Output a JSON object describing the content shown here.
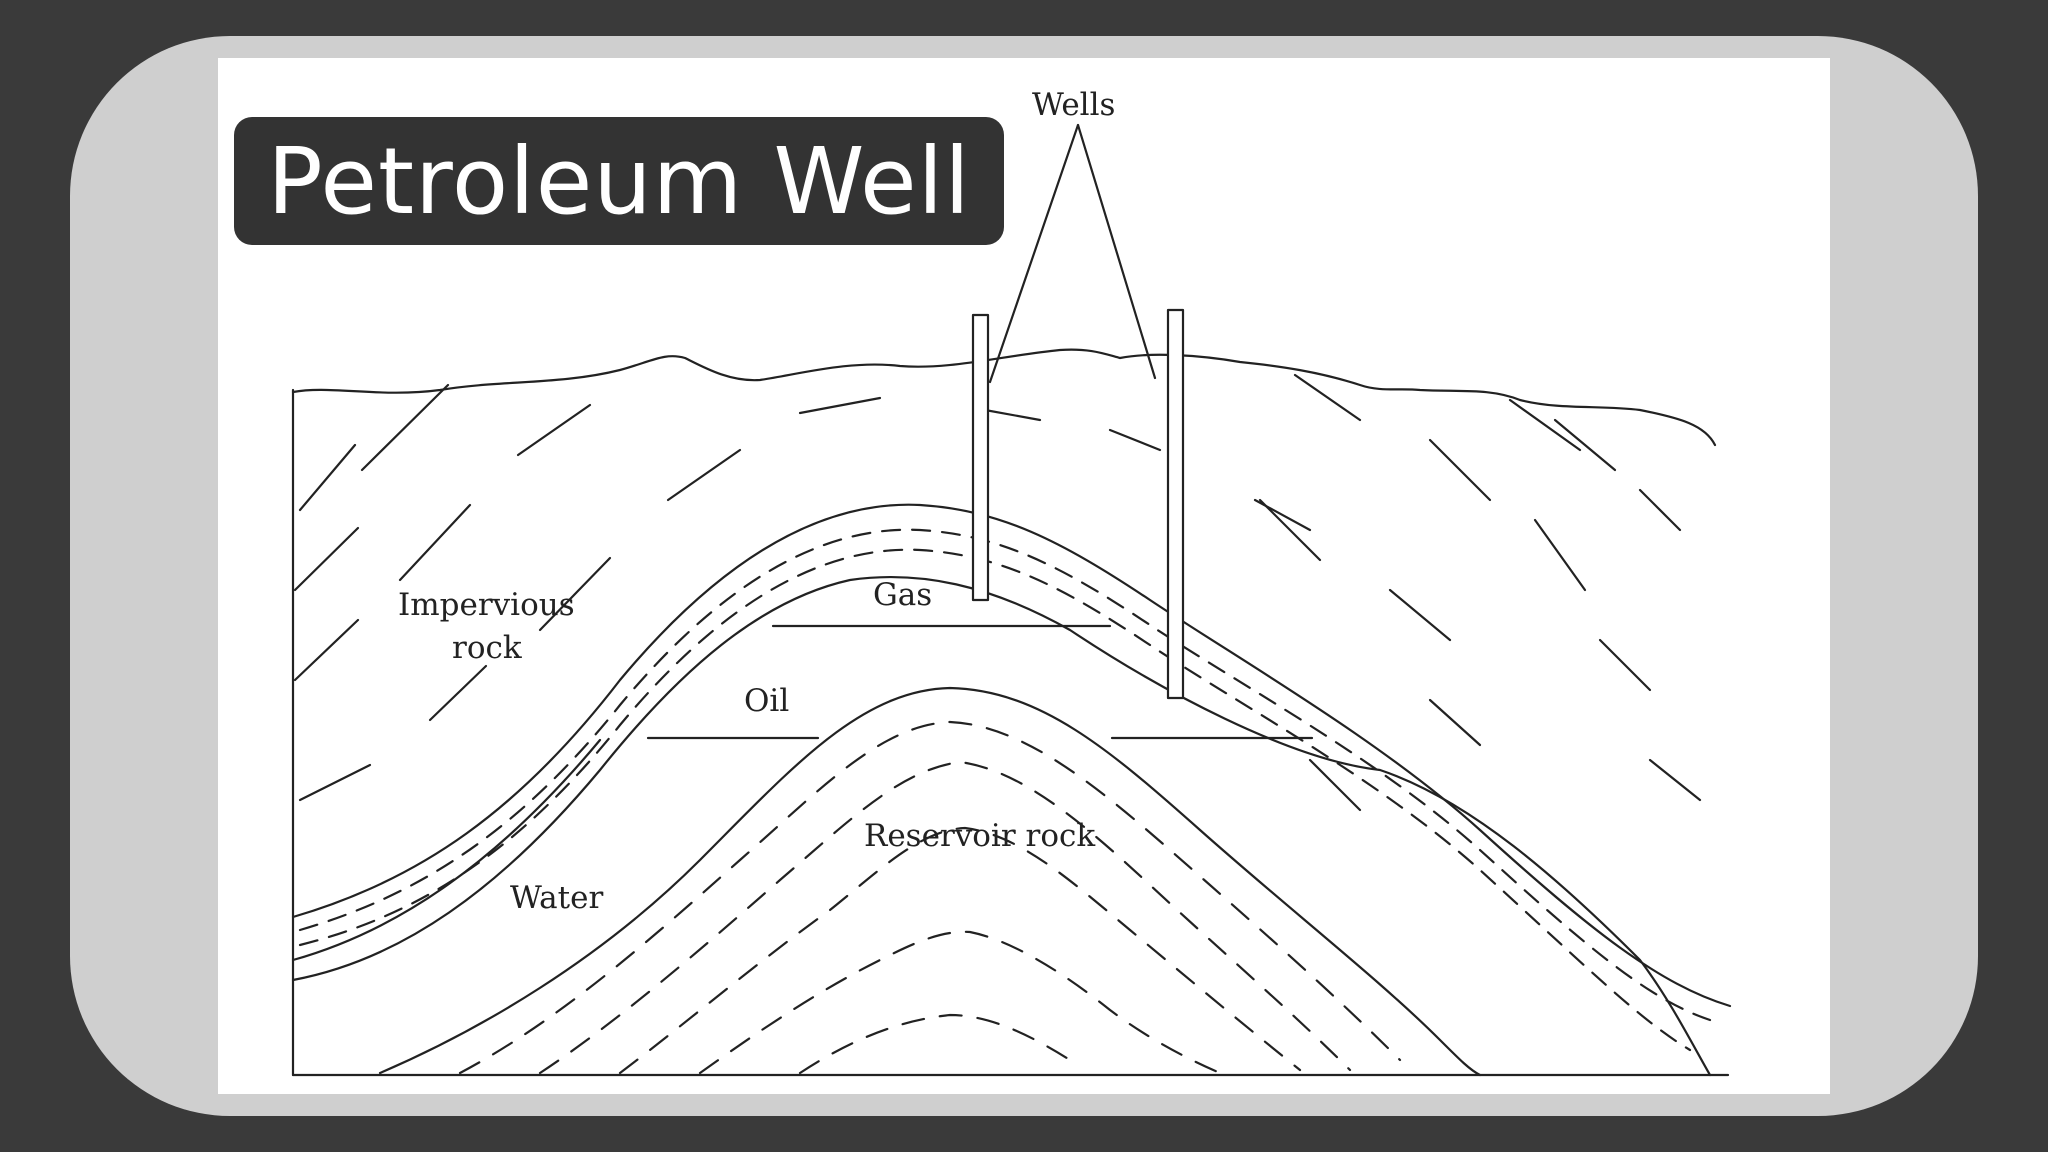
{
  "title": "Petroleum Well",
  "labels": {
    "wells": "Wells",
    "impervious_line1": "Impervious",
    "impervious_line2": "rock",
    "gas": "Gas",
    "oil": "Oil",
    "reservoir": "Reservoir rock",
    "water": "Water"
  },
  "colors": {
    "background": "#3a3a3a",
    "frame": "#cfcfcf",
    "panel": "#ffffff",
    "title_bg": "#333333",
    "title_text": "#ffffff",
    "ink": "#222222"
  }
}
